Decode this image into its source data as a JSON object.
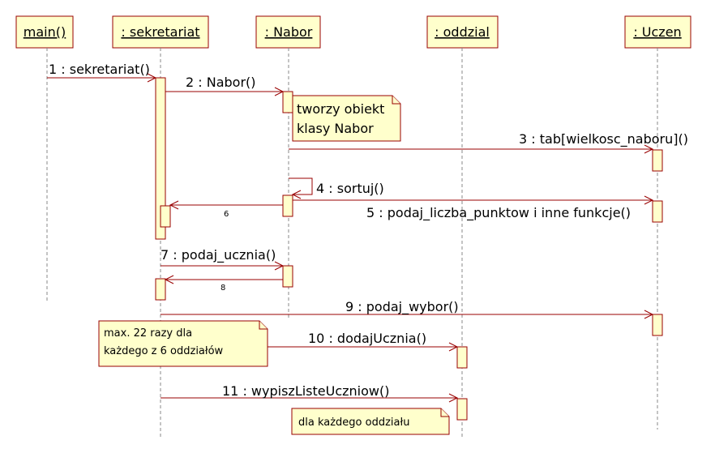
{
  "lifelines": {
    "main": "main()",
    "sekretariat": ": sekretariat",
    "nabor": ": Nabor",
    "oddzial": ": oddzial",
    "uczen": ": Uczen"
  },
  "messages": {
    "m1": "1 : sekretariat()",
    "m2": "2 : Nabor()",
    "m3": "3 : tab[wielkosc_naboru]()",
    "m4": "4 : sortuj()",
    "m5": "5 : podaj_liczba_punktow i inne funkcje()",
    "m6": "6",
    "m7": "7 : podaj_ucznia()",
    "m8": "8",
    "m9": "9 : podaj_wybor()",
    "m10": "10 : dodajUcznia()",
    "m11": "11 : wypiszListeUczniow()"
  },
  "notes": {
    "nabor_line1": "tworzy obiekt",
    "nabor_line2": "klasy Nabor",
    "limit_line1": "max. 22 razy dla",
    "limit_line2": "każdego z 6 oddziałów",
    "oddzial_note": "dla każdego oddziału"
  },
  "colors": {
    "fill": "#ffffcc",
    "stroke": "#990000",
    "lifeline": "#888888"
  }
}
